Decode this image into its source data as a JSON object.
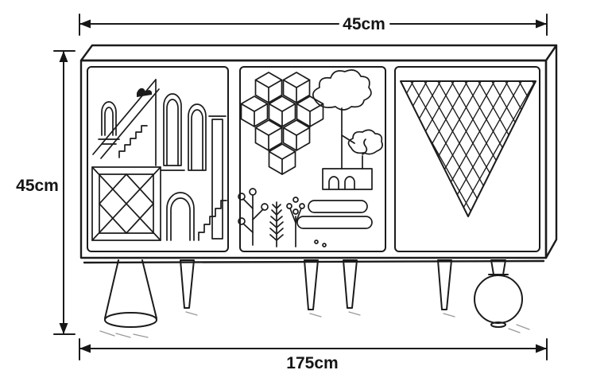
{
  "page": {
    "background": "#ffffff",
    "ink_color": "#1b1b1b",
    "shadow_color": "#9a9a9a"
  },
  "figure": {
    "subject": "Three-door decorated sideboard cabinet, dimensioned technical line drawing",
    "dimensions": {
      "top": "45cm",
      "left": "45cm",
      "bottom": "175cm"
    }
  }
}
